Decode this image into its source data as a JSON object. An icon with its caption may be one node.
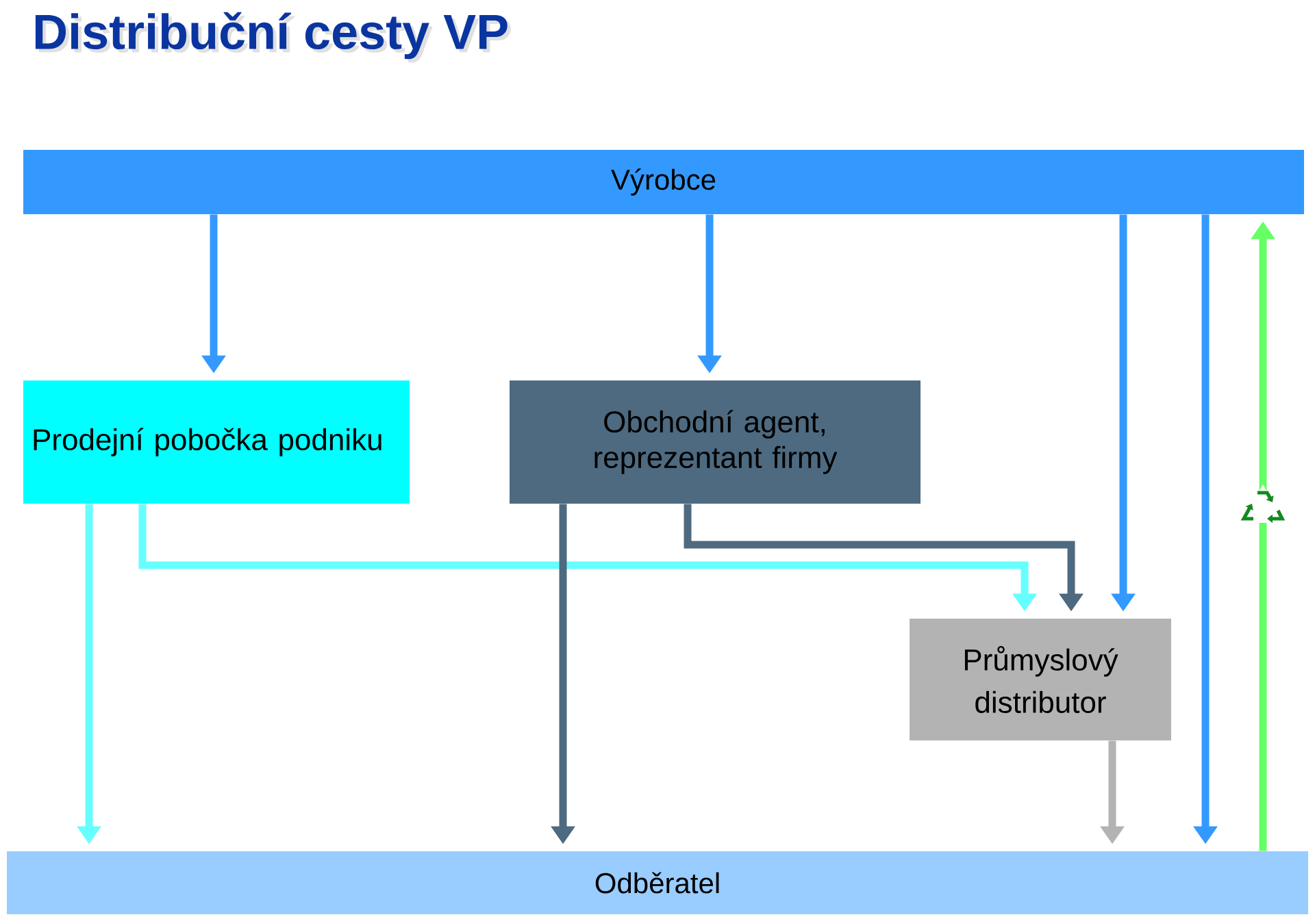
{
  "diagram": {
    "title": "Distribuční cesty VP",
    "nodes": [
      {
        "text": [
          "Výrobce"
        ]
      },
      {
        "text": [
          "Prodejní pobočka podniku"
        ]
      },
      {
        "text": [
          "Obchodní agent, reprezentant firmy"
        ]
      },
      {
        "text": [
          "Průmyslový distributor"
        ]
      },
      {
        "text": [
          "Odběratel"
        ]
      }
    ],
    "edges": [
      {
        "from": 0,
        "to": 1,
        "arrow": "to",
        "color": "#3399ff"
      },
      {
        "from": 0,
        "to": 2,
        "arrow": "to",
        "color": "#3399ff"
      },
      {
        "from": 0,
        "to": 3,
        "arrow": "to",
        "color": "#3399ff"
      },
      {
        "from": 0,
        "to": 4,
        "arrow": "to",
        "color": "#3399ff"
      },
      {
        "from": 4,
        "to": 0,
        "arrow": "to",
        "color": "#66ff66"
      },
      {
        "from": 1,
        "to": 4,
        "arrow": "to",
        "color": "#66ffff"
      },
      {
        "from": 1,
        "to": 3,
        "arrow": "to",
        "color": "#66ffff"
      },
      {
        "from": 2,
        "to": 4,
        "arrow": "to",
        "color": "#4d6a80"
      },
      {
        "from": 2,
        "to": 3,
        "arrow": "to",
        "color": "#4d6a80"
      },
      {
        "from": 3,
        "to": 4,
        "arrow": "to",
        "color": "#b3b3b3"
      }
    ]
  }
}
